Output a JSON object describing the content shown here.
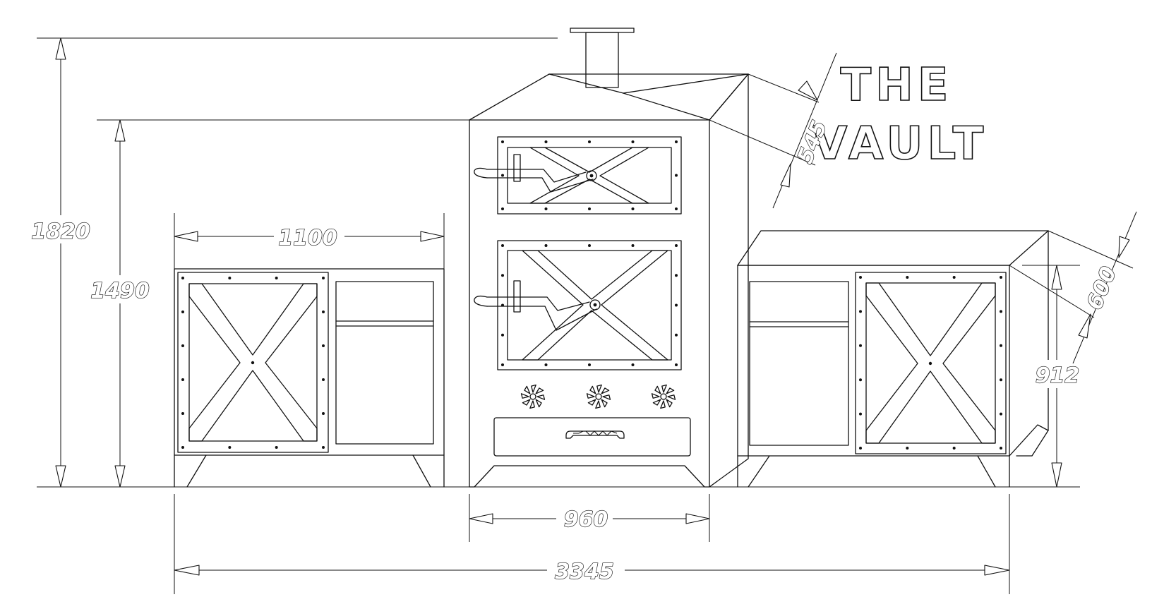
{
  "title": {
    "line1": "THE",
    "line2": "VAULT"
  },
  "dimensions": {
    "overall_height": "1820",
    "oven_body_height": "1490",
    "left_cabinet_width": "1100",
    "oven_depth": "545",
    "oven_width": "960",
    "right_cabinet_height": "912",
    "right_cabinet_depth": "600",
    "overall_width": "3345"
  },
  "colors": {
    "line": "#111111",
    "background": "#ffffff"
  }
}
